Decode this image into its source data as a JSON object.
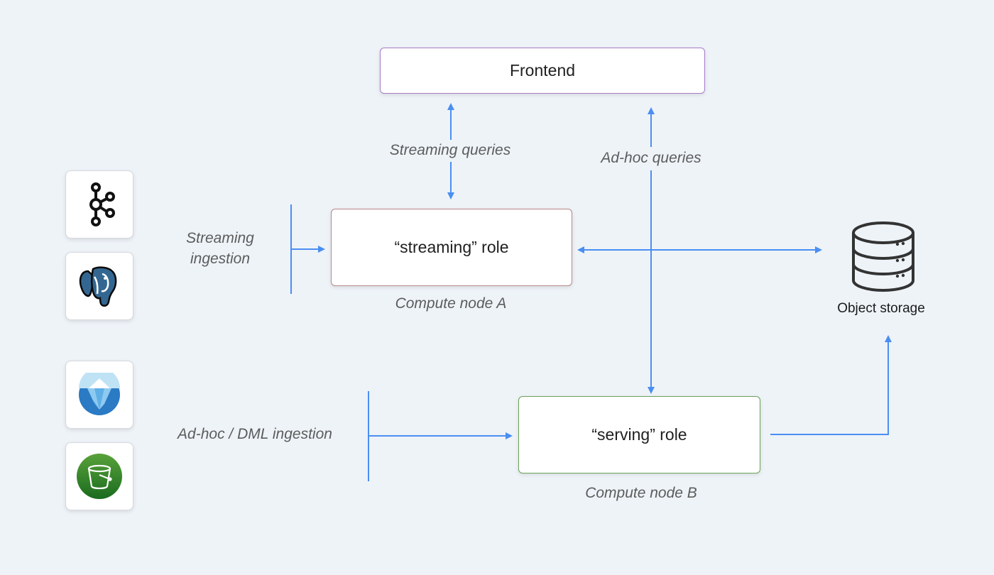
{
  "nodes": {
    "frontend": "Frontend",
    "streaming_role": "“streaming” role",
    "serving_role": "“serving” role",
    "object_storage": "Object storage"
  },
  "labels": {
    "streaming_queries": "Streaming queries",
    "adhoc_queries": "Ad-hoc queries",
    "streaming_ingestion_line1": "Streaming",
    "streaming_ingestion_line2": "ingestion",
    "adhoc_dml_ingestion": "Ad-hoc / DML ingestion",
    "compute_node_a": "Compute node A",
    "compute_node_b": "Compute node B"
  },
  "sources": {
    "streaming": [
      "kafka-icon",
      "postgresql-icon"
    ],
    "adhoc": [
      "iceberg-icon",
      "s3-bucket-icon"
    ]
  },
  "colors": {
    "arrow": "#4a8ef2",
    "background": "#eef3f8",
    "frontend_border": "#a57bc4",
    "streaming_border": "#b88888",
    "serving_border": "#6aa257"
  }
}
